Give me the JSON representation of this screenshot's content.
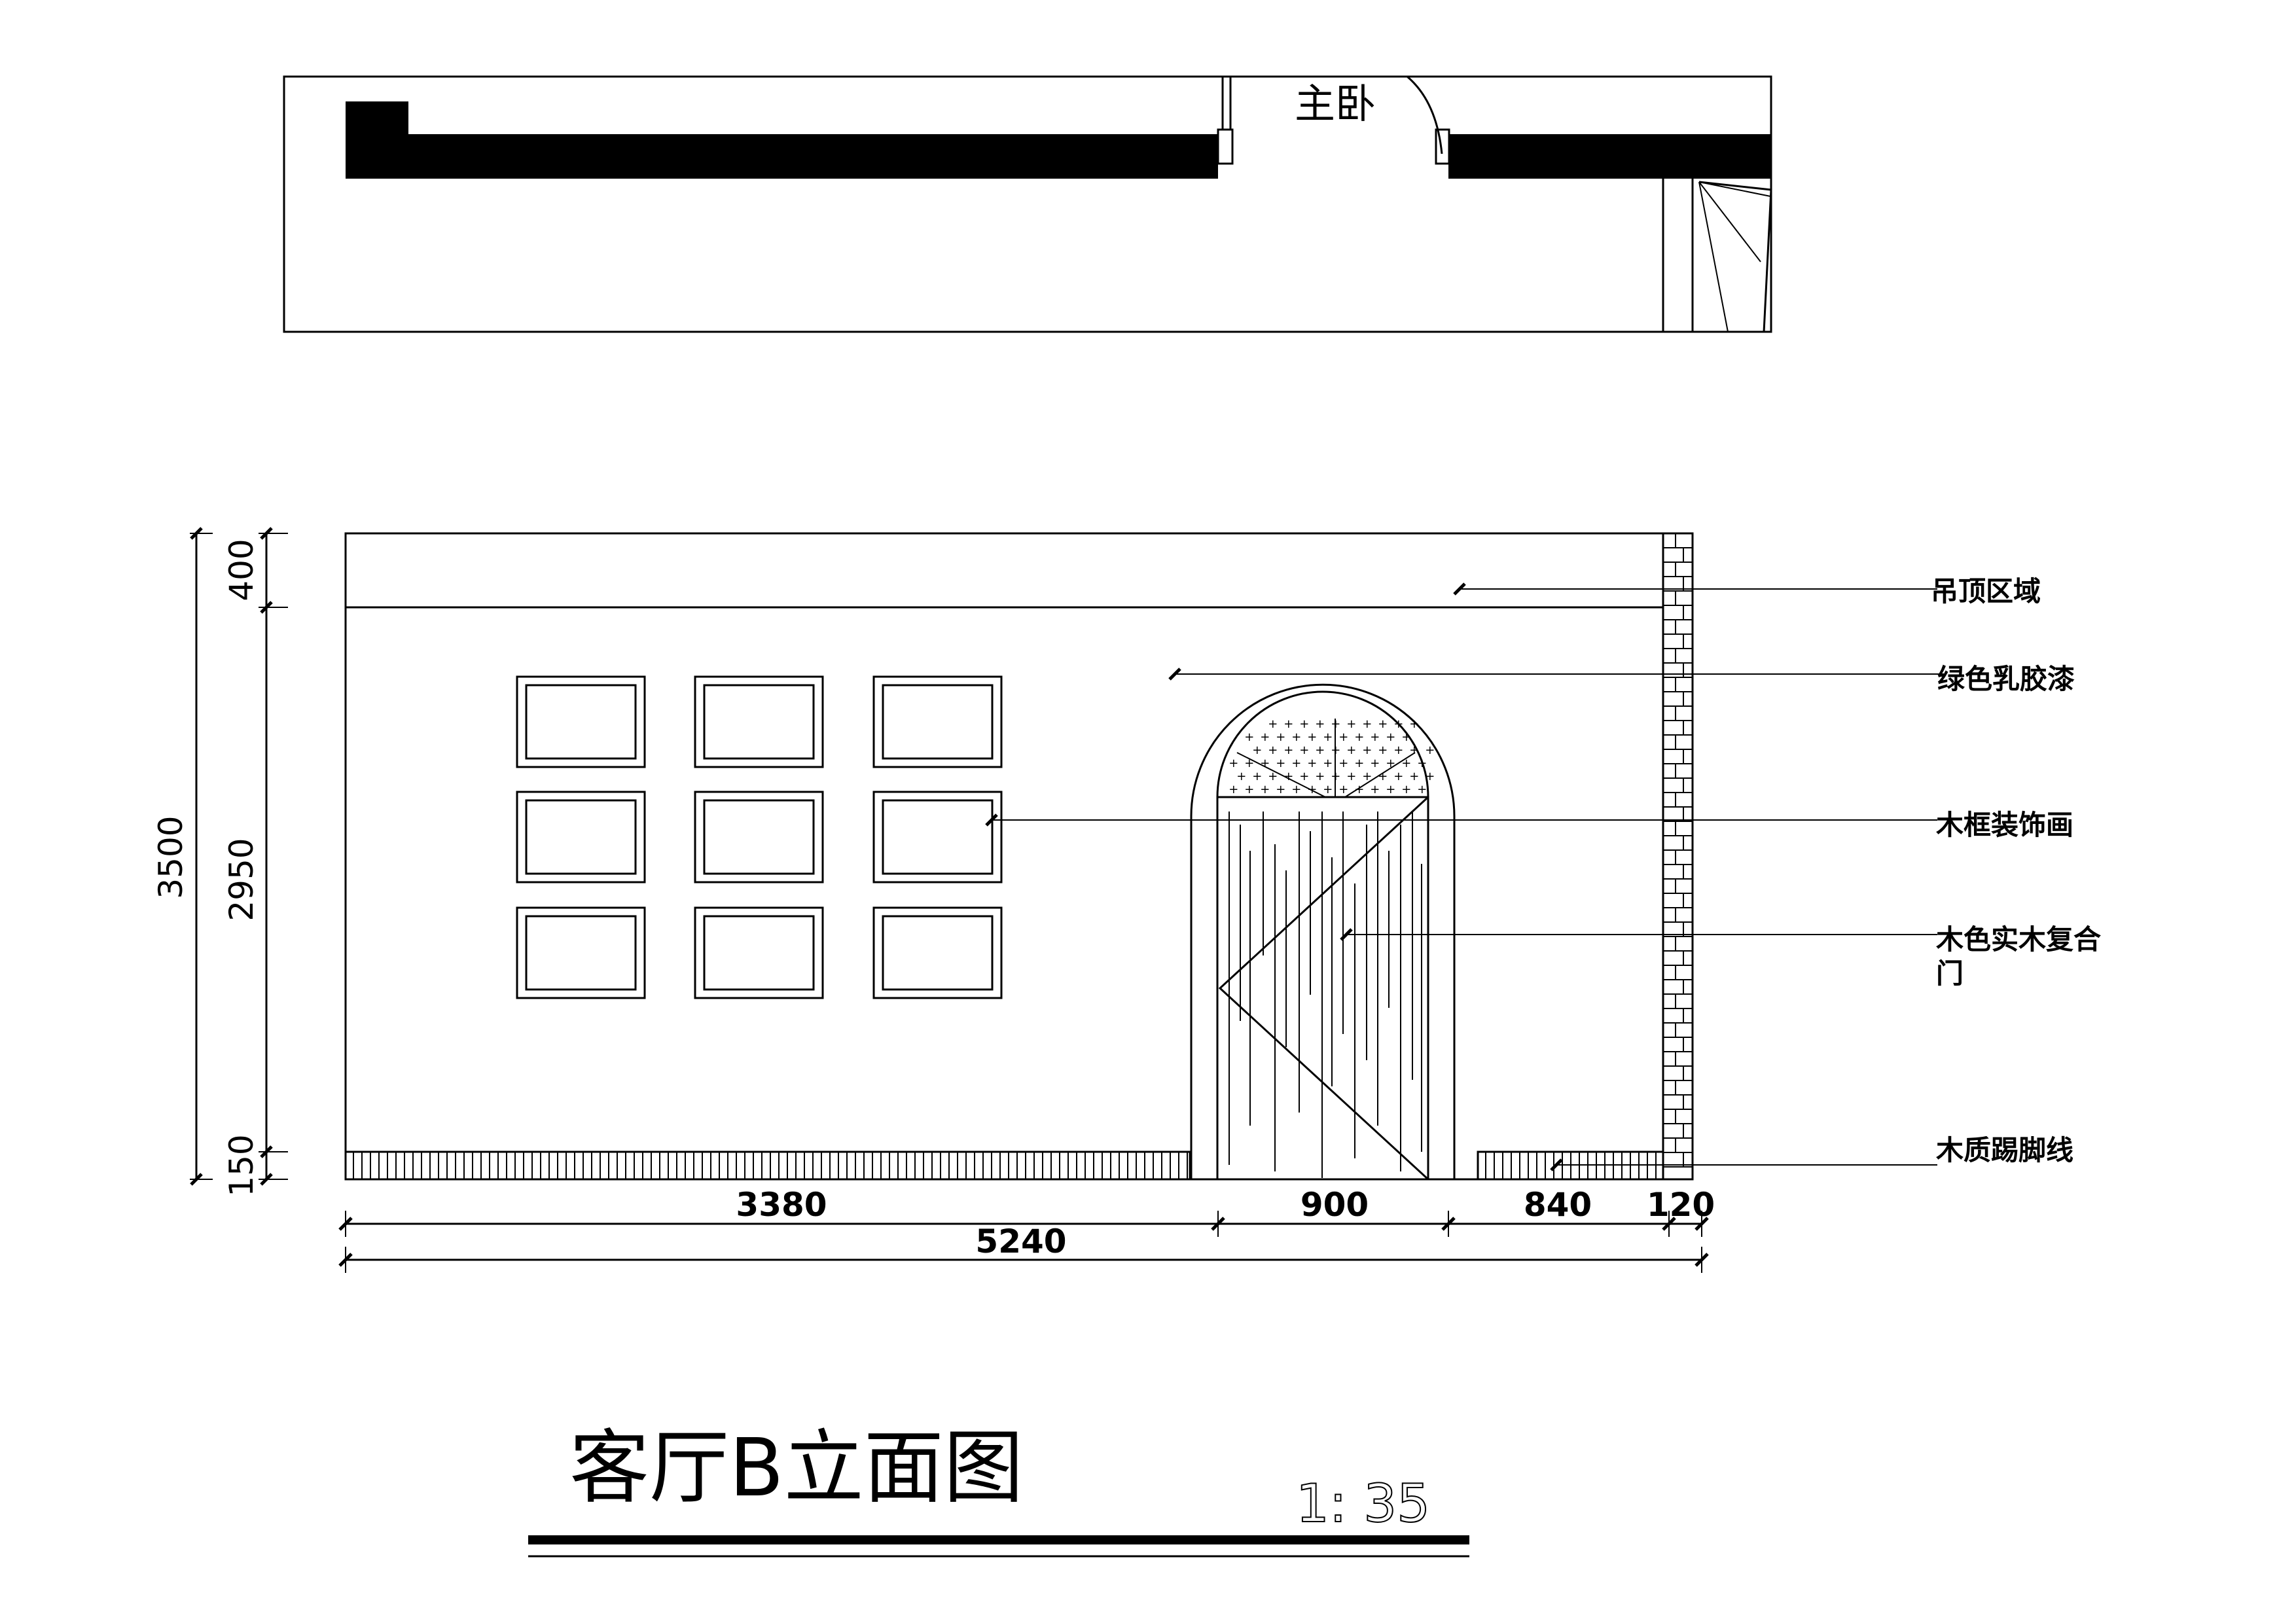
{
  "plan": {
    "room_label": "主卧"
  },
  "dimensions": {
    "vertical_left": [
      "3500"
    ],
    "vertical_right": [
      "400",
      "2950",
      "150"
    ],
    "horizontal_segments": [
      "3380",
      "900",
      "840",
      "120"
    ],
    "horizontal_total": "5240"
  },
  "annotations": [
    "吊顶区域",
    "绿色乳胶漆",
    "木框装饰画",
    "木色实木复合",
    "门",
    "木质踢脚线"
  ],
  "title": {
    "text": "客厅B立面图",
    "scale": "1: 35"
  },
  "colors": {
    "line": "#000000",
    "background": "#ffffff"
  }
}
